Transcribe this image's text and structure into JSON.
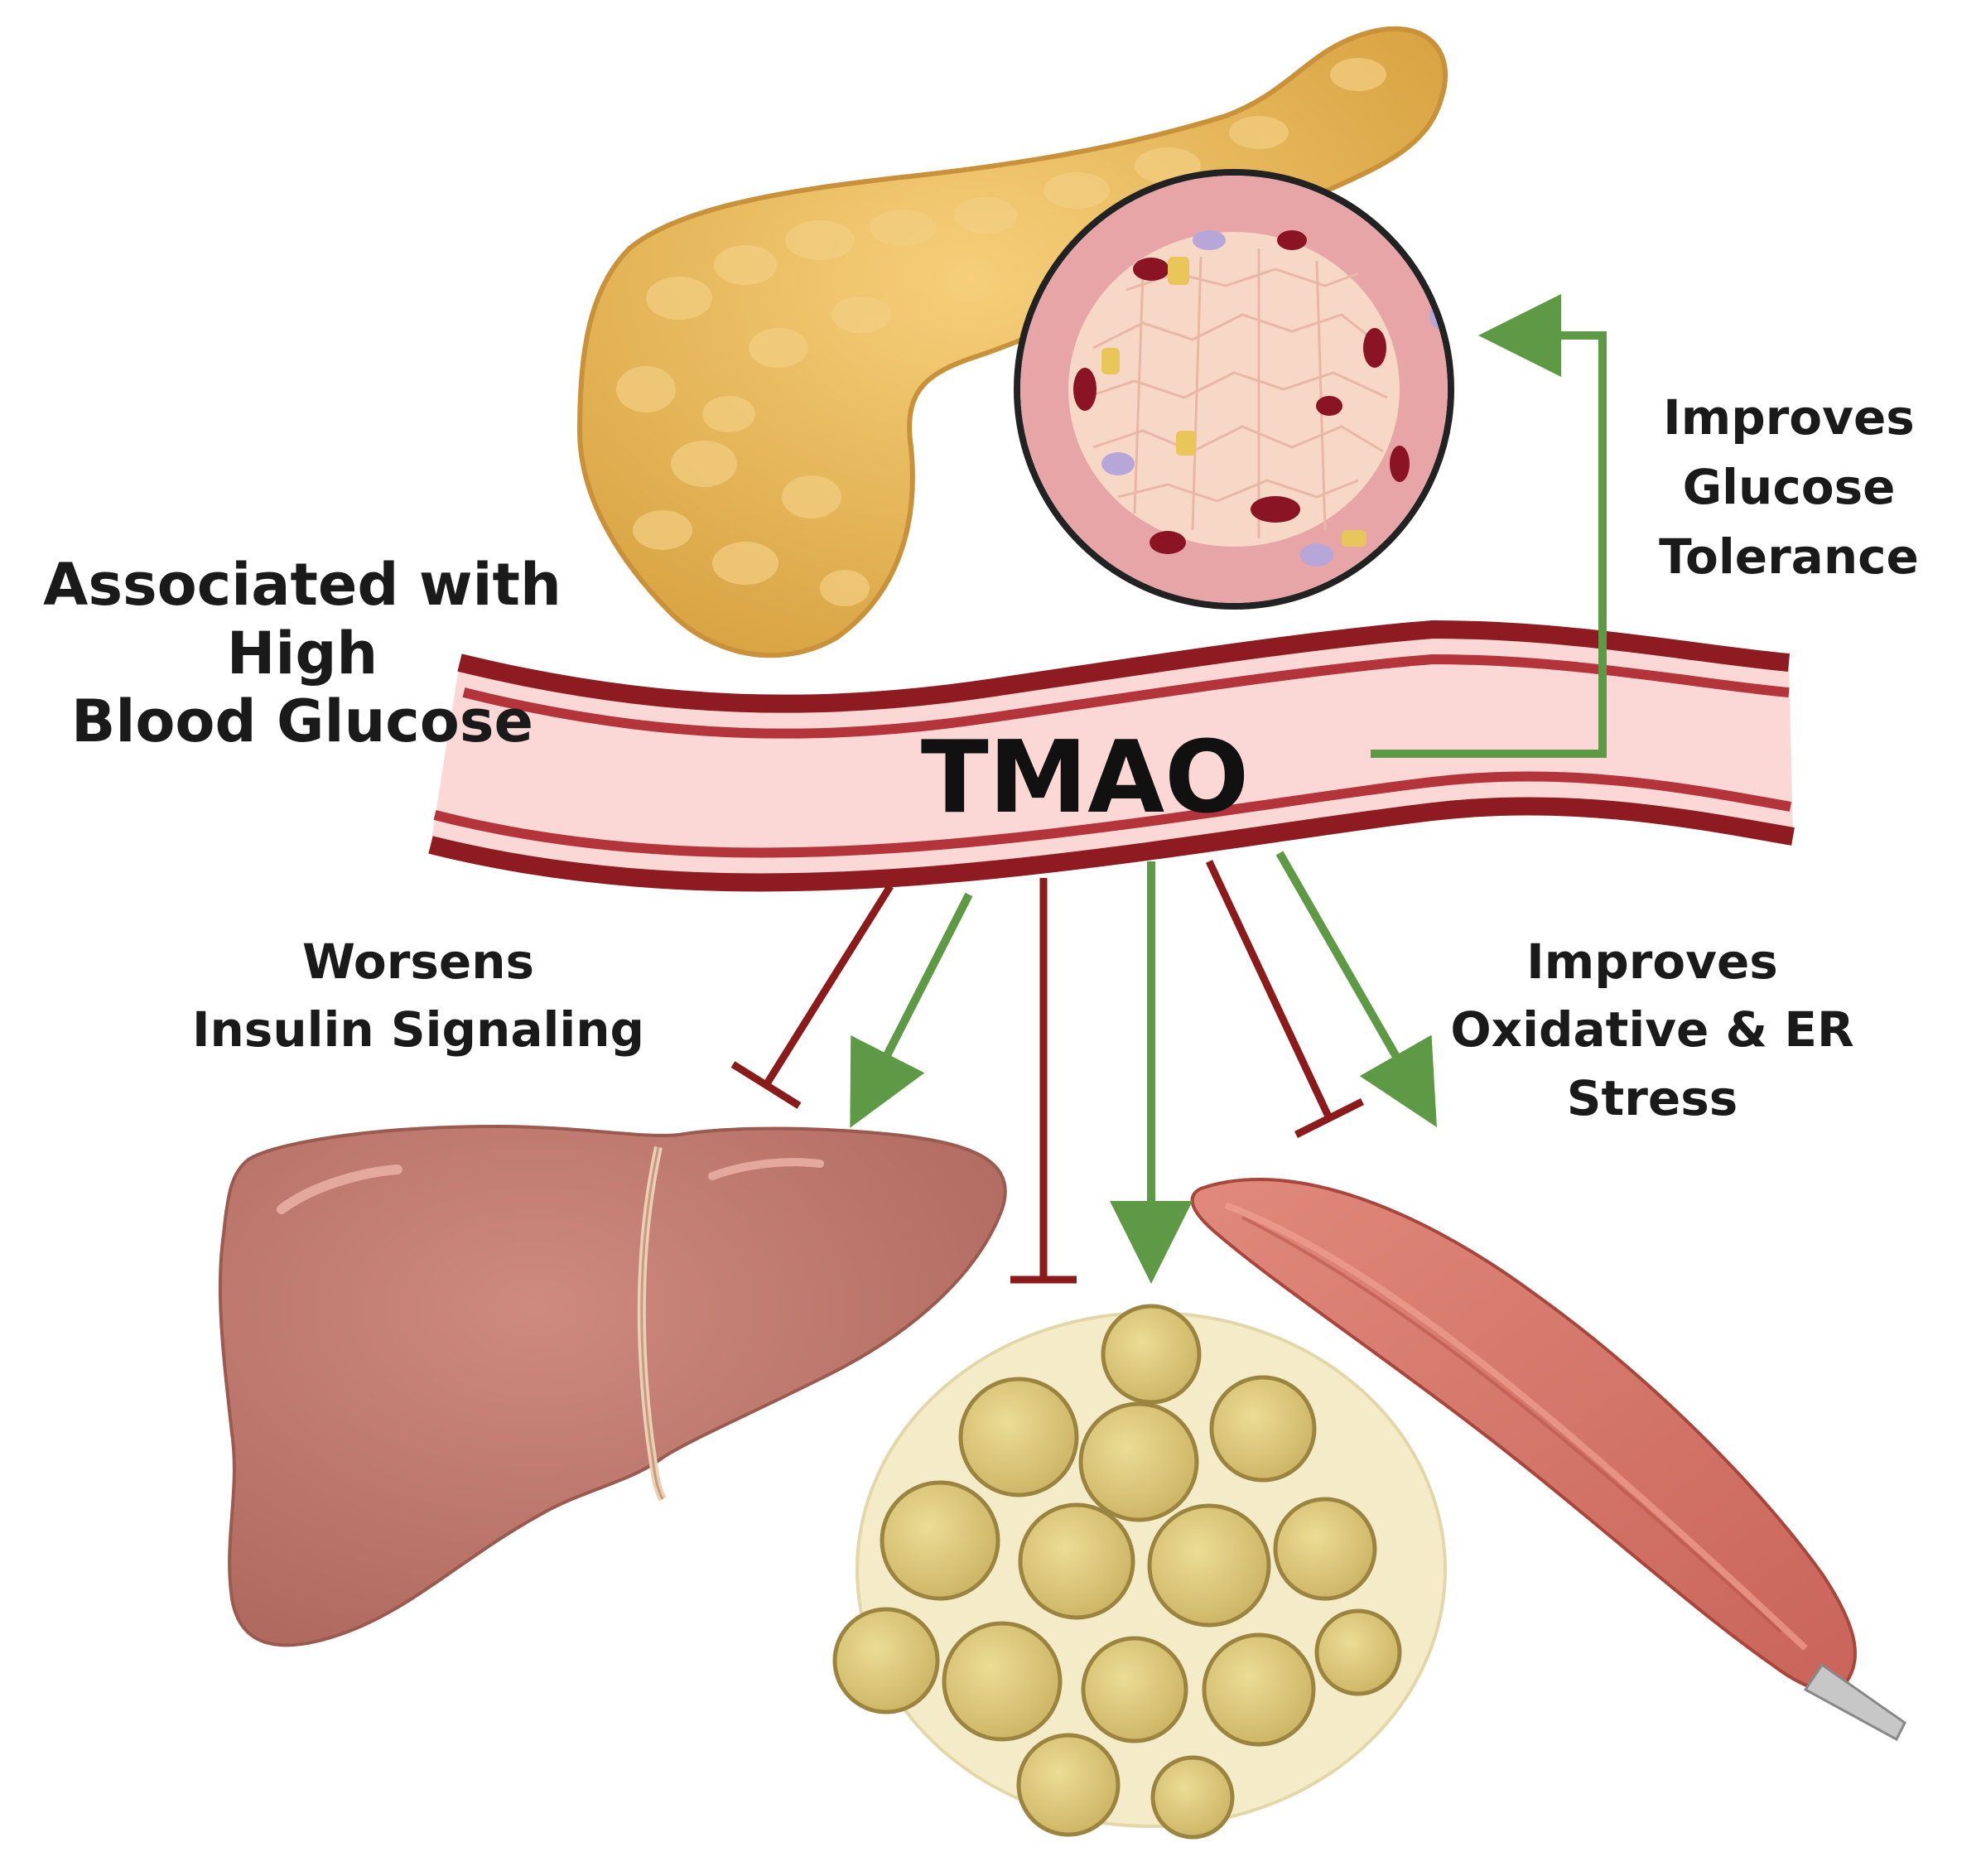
{
  "labels": {
    "tmao": "TMAO",
    "associated": [
      "Associated with",
      "High",
      "Blood Glucose"
    ],
    "glucose_tolerance": [
      "Improves",
      "Glucose",
      "Tolerance"
    ],
    "insulin_signaling": [
      "Worsens",
      "Insulin Signaling"
    ],
    "oxidative_stress": [
      "Improves",
      "Oxidative & ER",
      "Stress"
    ]
  },
  "icons": {
    "pancreas": "pancreas-icon",
    "islet": "islet-icon",
    "blood_vessel": "blood-vessel-icon",
    "liver": "liver-icon",
    "adipose": "adipose-tissue-icon",
    "muscle": "muscle-icon"
  },
  "colors": {
    "activate_arrow": "#5e9a45",
    "inhibit_arrow": "#8b1a1a",
    "vessel_wall": "#8e1b21",
    "vessel_lumen": "#fbd8d6",
    "pancreas": "#e8b85a",
    "liver": "#c07a6e",
    "muscle": "#d67c6e",
    "adipocyte": "#ddc97c"
  }
}
